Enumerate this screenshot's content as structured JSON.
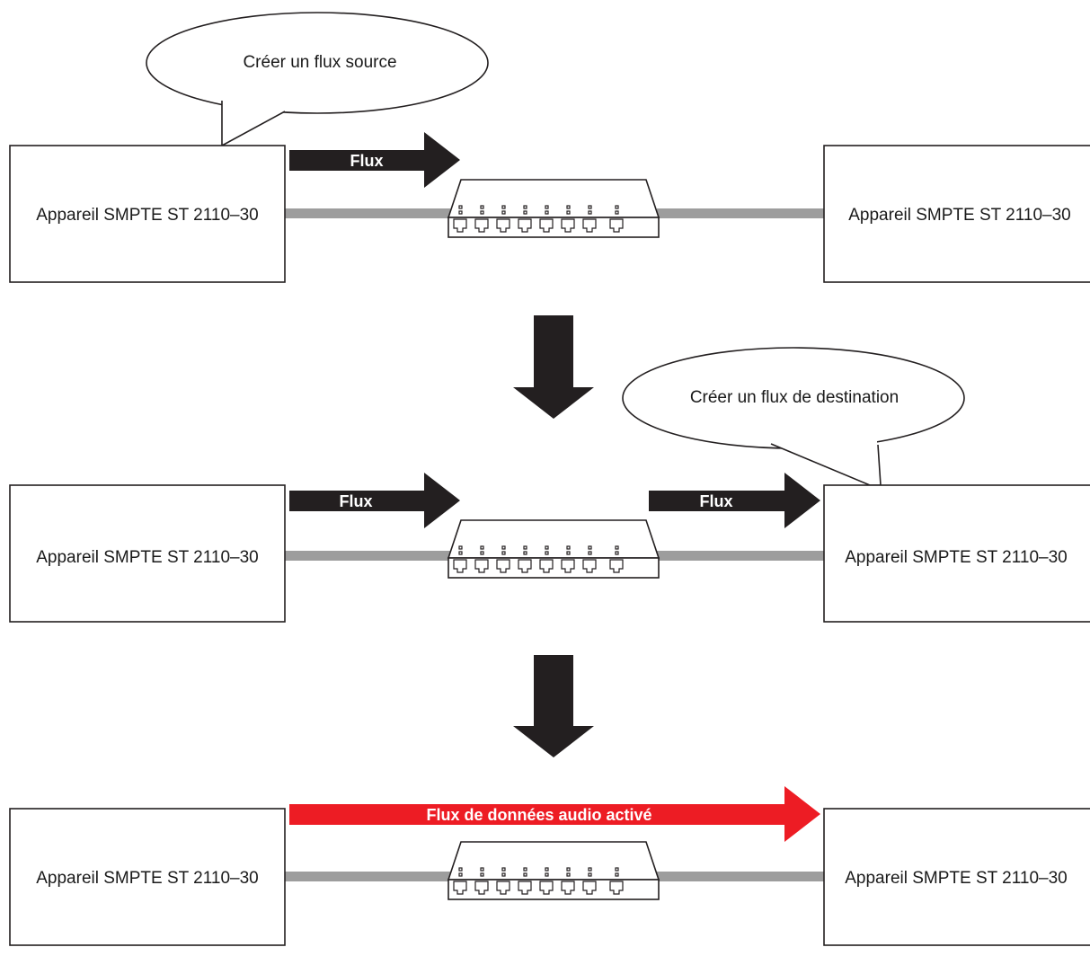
{
  "device_label": "Appareil SMPTE ST 2110–30",
  "stage1": {
    "bubble": "Créer un flux source",
    "arrow": "Flux"
  },
  "stage2": {
    "bubble": "Créer un flux de destination",
    "arrow_left": "Flux",
    "arrow_right": "Flux"
  },
  "stage3": {
    "arrow": "Flux de données audio activé"
  },
  "colors": {
    "dark_arrow": "#231f20",
    "active_arrow": "#ed1c24",
    "cable": "#9d9d9d",
    "outline": "#231f20"
  }
}
